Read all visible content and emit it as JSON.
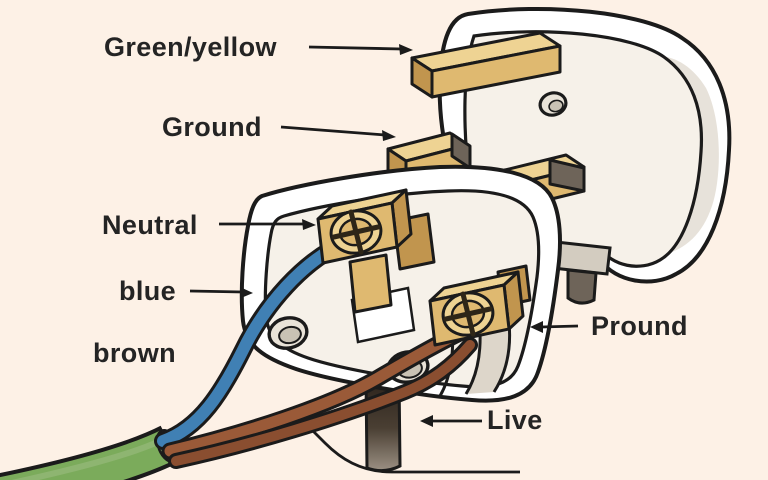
{
  "figure": {
    "labels": {
      "green_yellow": "Green/yellow",
      "ground": "Ground",
      "neutral": "Neutral",
      "blue": "blue",
      "brown": "brown",
      "ground_right": "Pround",
      "live": "Live"
    }
  },
  "colors": {
    "background": "#fdf1e6",
    "text": "#242424",
    "outline": "#1b1b1b",
    "body": "#ffffff",
    "body_inner": "#f6f1e9",
    "body_shade": "#ddd6ca",
    "brass_light": "#eed393",
    "brass": "#dfb970",
    "brass_dark": "#c1954e",
    "metal_gray": "#6e6459",
    "metal_gray_light": "#d3ccc0",
    "wire_blue": "#4080b4",
    "wire_brown": "#9a5a38",
    "wire_brown_dark": "#8a4e30",
    "cable_green": "#7bab5b",
    "cable_green_light": "#9cc17d",
    "cable_green_hi": "#93b877",
    "pin_dark": "#2a211a",
    "pin_fade": "#9b9083",
    "hole_fill": "#e9e3d8",
    "hole_ring": "#c9c2b4"
  }
}
